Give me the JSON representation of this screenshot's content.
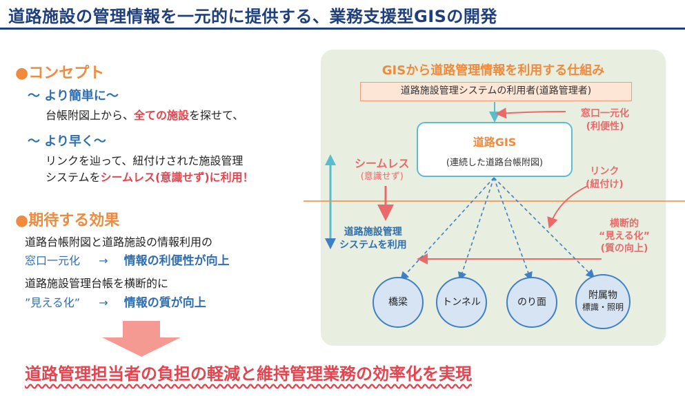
{
  "title": "道路施設の管理情報を一元的に提供する、業務支援型GISの開発",
  "left": {
    "concept": {
      "heading": "●コンセプト",
      "item1": {
        "sub": "～ より簡単に～",
        "line_a": "台帳附図上から、",
        "line_b": "全ての施設",
        "line_c": "を探せて、"
      },
      "item2": {
        "sub": "～ より早く～",
        "line1": "リンクを辿って、紐付けされた施設管理",
        "line2_a": "システムを",
        "line2_b": "シームレス(意識せず)に利用！"
      }
    },
    "effect": {
      "heading": "●期待する効果",
      "block1": {
        "line1": "道路台帳附図と道路施設の情報利用の",
        "from": "窓口一元化",
        "arrow": "→",
        "to": "情報の利便性が向上"
      },
      "block2": {
        "line1": "道路施設管理台帳を横断的に",
        "from": "”見える化”",
        "arrow": "→",
        "to": "情報の質が向上"
      }
    }
  },
  "result": "道路管理担当者の負担の軽減と維持管理業務の効率化を実現",
  "diagram": {
    "title": "GISから道路管理情報を利用する仕組み",
    "user_box": "道路施設管理システムの利用者(道路管理者)",
    "gis_title": "道路GIS",
    "gis_sub": "(連続した道路台帳附図)",
    "window_l1": "窓口一元化",
    "window_l2": "(利便性)",
    "link_l1": "リンク",
    "link_l2": "(紐付け)",
    "seamless_l1": "シームレス",
    "seamless_l2": "(意識せず)",
    "facility_use_l1": "道路施設管理",
    "facility_use_l2": "システムを利用",
    "cross_l1": "横断的",
    "cross_l2": "“見える化”",
    "cross_l3": "(質の向上)",
    "nodes": [
      {
        "l1": "橋梁",
        "l2": ""
      },
      {
        "l1": "トンネル",
        "l2": ""
      },
      {
        "l1": "のり面",
        "l2": ""
      },
      {
        "l1": "附属物",
        "l2": "標識・照明"
      }
    ]
  },
  "colors": {
    "navy": "#1e3f7a",
    "orange": "#f08a3c",
    "red": "#e5434d",
    "blue": "#2f6fb0",
    "panel": "#e8eee0",
    "cyan": "#5bbcd0"
  }
}
